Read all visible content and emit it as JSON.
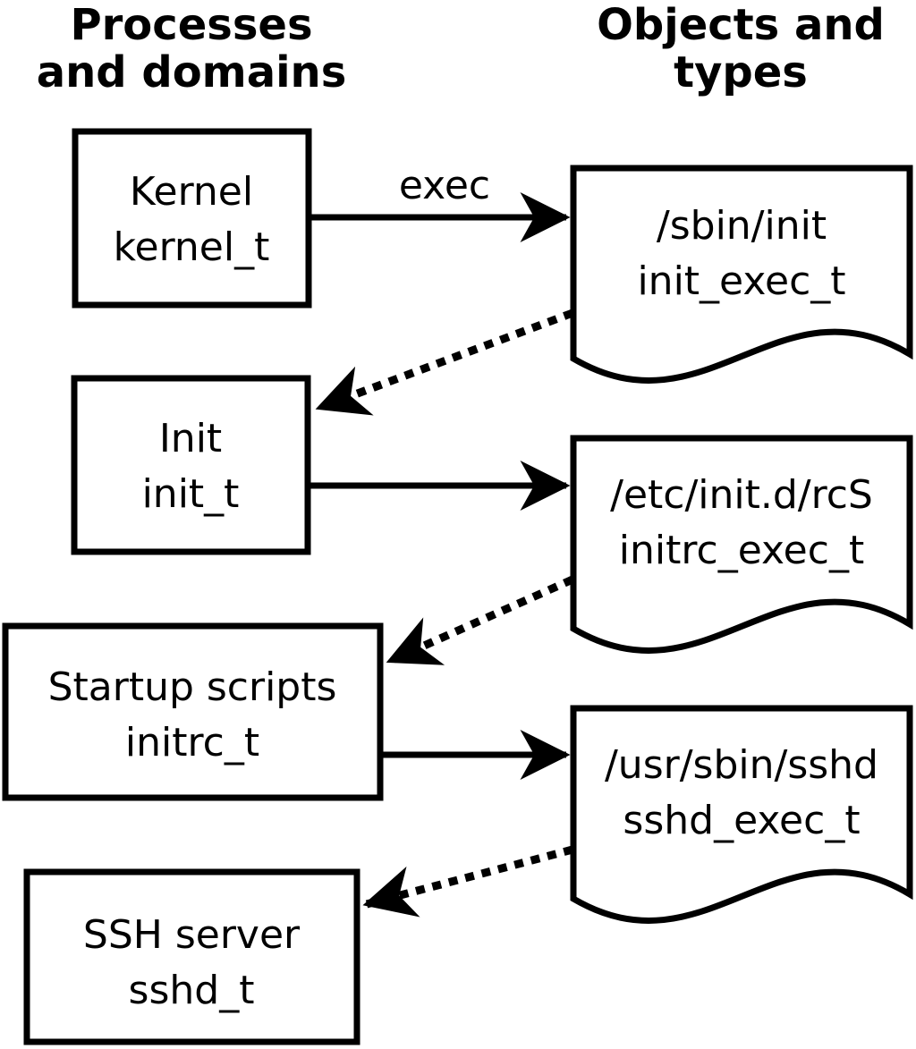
{
  "headers": {
    "left_line1": "Processes",
    "left_line2": "and domains",
    "right_line1": "Objects and",
    "right_line2": "types"
  },
  "processes": [
    {
      "name": "Kernel",
      "domain": "kernel_t"
    },
    {
      "name": "Init",
      "domain": "init_t"
    },
    {
      "name": "Startup scripts",
      "domain": "initrc_t"
    },
    {
      "name": "SSH server",
      "domain": "sshd_t"
    }
  ],
  "objects": [
    {
      "path": "/sbin/init",
      "type": "init_exec_t"
    },
    {
      "path": "/etc/init.d/rcS",
      "type": "initrc_exec_t"
    },
    {
      "path": "/usr/sbin/sshd",
      "type": "sshd_exec_t"
    }
  ],
  "edge_labels": {
    "exec": "exec"
  },
  "colors": {
    "stroke": "#000000",
    "background": "#ffffff"
  }
}
